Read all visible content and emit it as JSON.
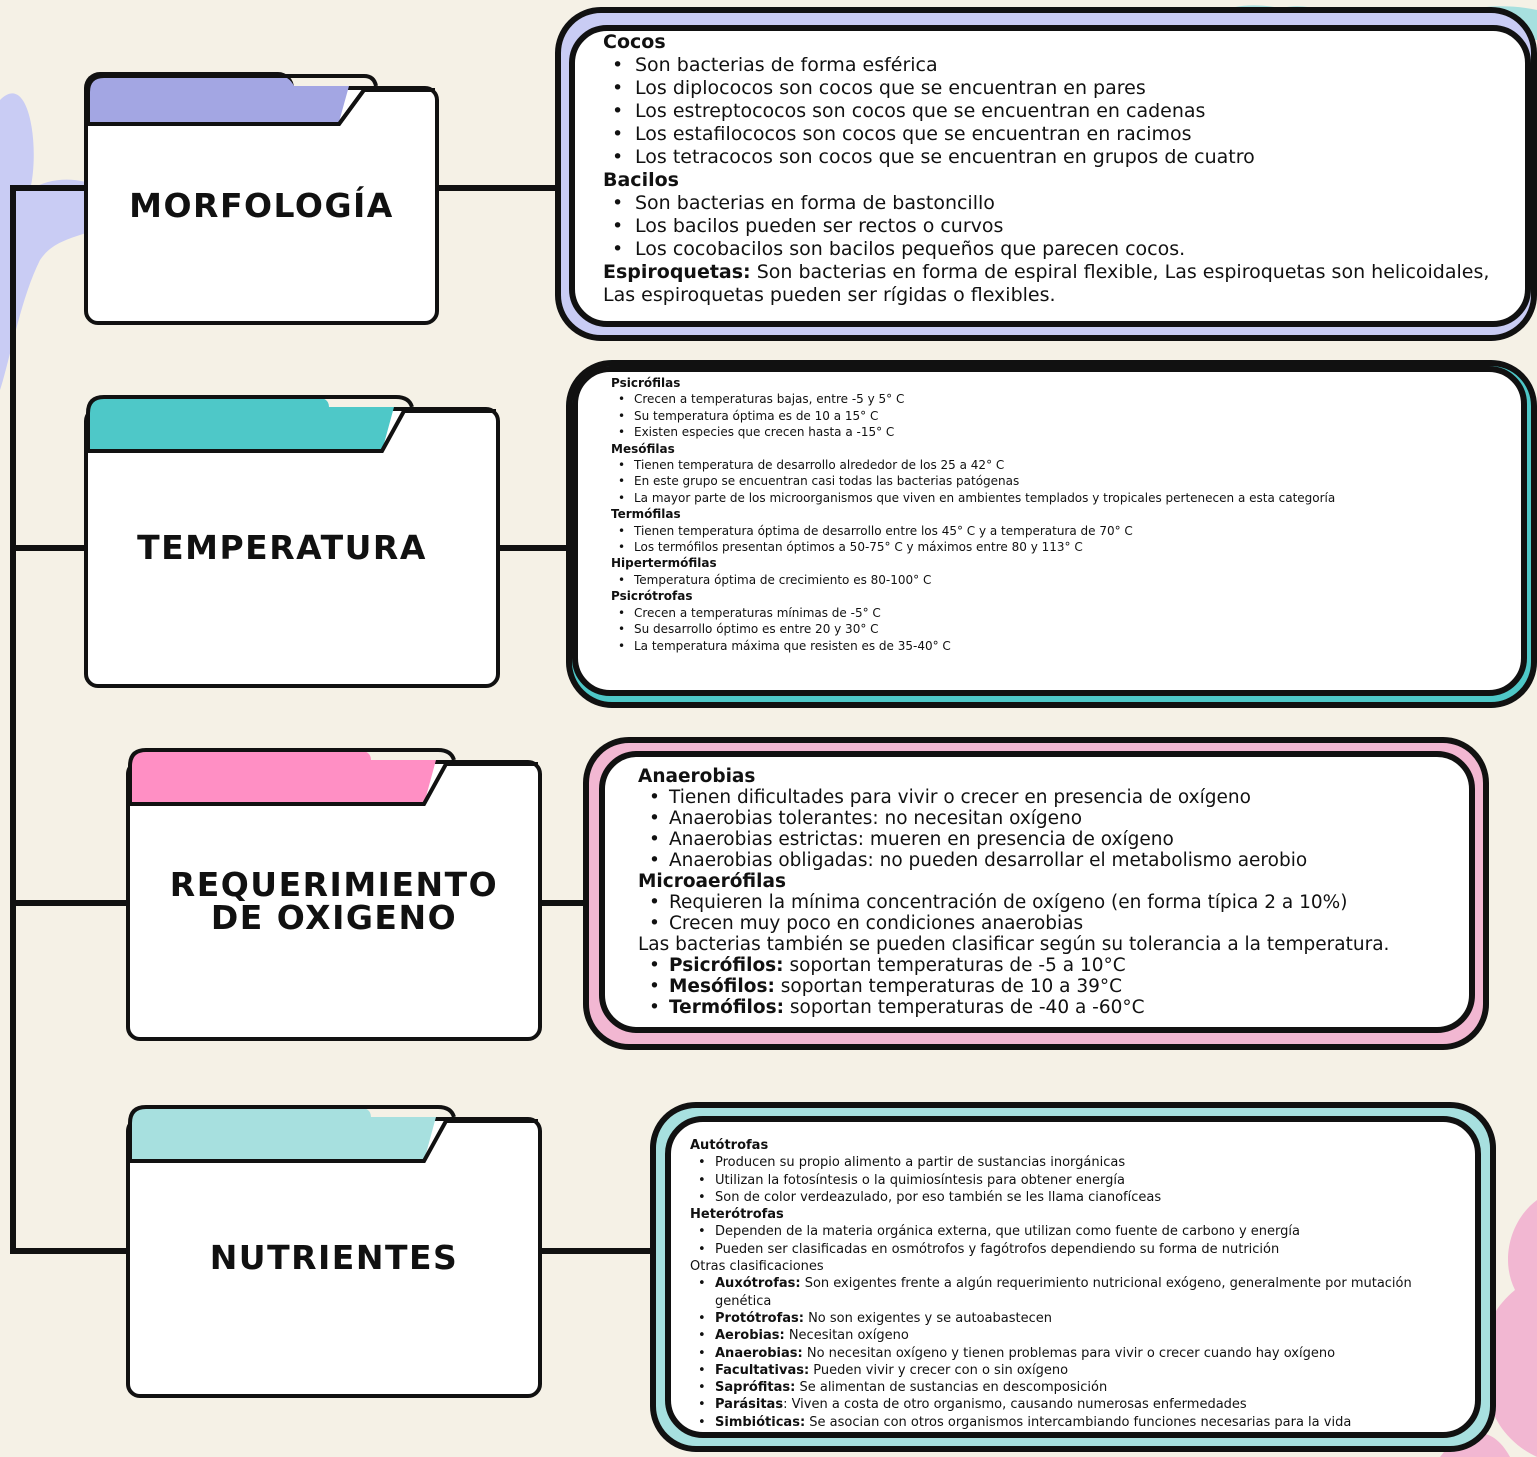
{
  "colors": {
    "background": "#f5f1e6",
    "lavender": "#a3a6e3",
    "teal": "#4ec8c8",
    "pink": "#ff8fc4",
    "aqua": "#a7e0df",
    "line": "#111111"
  },
  "folders": [
    {
      "title": "MORFOLOGÍA",
      "tab_color": "#a3a6e3"
    },
    {
      "title": "TEMPERATURA",
      "tab_color": "#4ec8c8"
    },
    {
      "title": "REQUERIMIENTO DE OXIGENO",
      "tab_color": "#ff8fc4"
    },
    {
      "title": "NUTRIENTES",
      "tab_color": "#a7e0df"
    }
  ],
  "morfologia": {
    "cocos_h": "Cocos",
    "cocos": [
      "Son bacterias de forma esférica",
      "Los diplococos son cocos que se encuentran en pares",
      "Los estreptococos son cocos que se encuentran en cadenas",
      "Los estafilococos son cocos que se encuentran en racimos",
      "Los tetracocos son cocos que se encuentran en grupos de cuatro"
    ],
    "bacilos_h": "Bacilos",
    "bacilos": [
      "Son bacterias en forma de bastoncillo",
      "Los bacilos pueden ser rectos o curvos",
      "Los cocobacilos son bacilos pequeños que parecen cocos."
    ],
    "espiro_label": "Espiroquetas:",
    "espiro_text": " Son bacterias en forma de espiral flexible, Las espiroquetas son helicoidales, Las espiroquetas pueden ser rígidas o flexibles."
  },
  "temperatura": {
    "psicrofilas_h": "Psicrófilas",
    "psicrofilas": [
      "Crecen a temperaturas bajas, entre -5 y 5° C",
      "Su temperatura óptima es de 10 a 15° C",
      "Existen especies que crecen hasta a -15° C"
    ],
    "mesofilas_h": "Mesófilas",
    "mesofilas": [
      "Tienen temperatura de desarrollo alrededor de los 25 a 42° C",
      "En este grupo se encuentran casi todas las bacterias patógenas",
      "La mayor parte de los microorganismos que viven en ambientes templados y tropicales pertenecen a esta categoría"
    ],
    "termofilas_h": "Termófilas",
    "termofilas": [
      "Tienen temperatura óptima de desarrollo entre los 45° C y a temperatura de 70° C",
      "Los termófilos presentan óptimos a 50-75° C y máximos entre 80 y 113° C"
    ],
    "hiper_h": "Hipertermófilas",
    "hiper": [
      "Temperatura óptima de crecimiento es 80-100° C"
    ],
    "psicrotrofas_h": "Psicrótrofas",
    "psicrotrofas": [
      "Crecen a temperaturas mínimas de -5° C",
      "Su desarrollo óptimo es entre 20 y 30° C",
      "La temperatura máxima que resisten es de 35-40° C"
    ]
  },
  "oxigeno": {
    "anaerobias_h": "Anaerobias",
    "anaerobias": [
      "Tienen dificultades para vivir o crecer en presencia de oxígeno",
      "Anaerobias tolerantes: no necesitan oxígeno",
      "Anaerobias estrictas: mueren en presencia de oxígeno",
      "Anaerobias obligadas: no pueden desarrollar el metabolismo aerobio"
    ],
    "micro_h": "Microaerófilas",
    "micro": [
      "Requieren la mínima concentración de oxígeno (en forma típica 2 a 10%)",
      "Crecen muy poco en condiciones anaerobias"
    ],
    "note": "Las bacterias también se pueden clasificar según su tolerancia a la temperatura.",
    "extra": [
      {
        "label": "Psicrófilos:",
        "text": " soportan temperaturas de -5 a 10°C"
      },
      {
        "label": "Mesófilos:",
        "text": " soportan temperaturas de 10 a 39°C"
      },
      {
        "label": "Termófilos:",
        "text": " soportan temperaturas de -40 a -60°C"
      }
    ]
  },
  "nutrientes": {
    "auto_h": "Autótrofas",
    "auto": [
      "Producen su propio alimento a partir de sustancias inorgánicas",
      "Utilizan la fotosíntesis o la quimiosíntesis para obtener energía",
      "Son de color verdeazulado, por eso también se les llama cianofíceas"
    ],
    "hetero_h": "Heterótrofas",
    "hetero": [
      "Dependen de la materia orgánica externa, que utilizan como fuente de carbono y energía",
      "Pueden ser clasificadas en osmótrofos y fagótrofos dependiendo su forma de nutrición"
    ],
    "otras": "Otras clasificaciones",
    "otras_list": [
      {
        "label": "Auxótrofas:",
        "text": " Son exigentes frente a algún requerimiento nutricional exógeno, generalmente por mutación genética"
      },
      {
        "label": "Protótrofas:",
        "text": " No son exigentes y se autoabastecen"
      },
      {
        "label": "Aerobias:",
        "text": " Necesitan oxígeno"
      },
      {
        "label": "Anaerobias:",
        "text": " No necesitan oxígeno y tienen problemas para vivir o crecer cuando hay oxígeno"
      },
      {
        "label": "Facultativas:",
        "text": " Pueden vivir y crecer con o sin oxígeno"
      },
      {
        "label": "Saprófitas:",
        "text": " Se alimentan de sustancias en descomposición"
      },
      {
        "label": "Parásitas",
        "text": ": Viven a costa de otro organismo, causando numerosas enfermedades"
      },
      {
        "label": "Simbióticas:",
        "text": " Se asocian con otros organismos intercambiando funciones necesarias para la vida"
      }
    ]
  }
}
